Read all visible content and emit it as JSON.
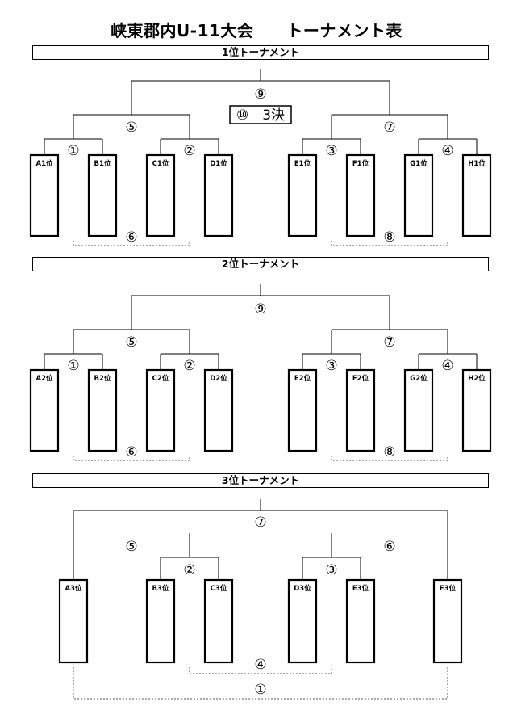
{
  "title": "峡東郡内U-11大会　　トーナメント表",
  "sections": [
    {
      "header": "1位トーナメント",
      "teams": [
        "A1位",
        "B1位",
        "C1位",
        "D1位",
        "E1位",
        "F1位",
        "G1位",
        "H1位"
      ],
      "matches": {
        "m1": "①",
        "m2": "②",
        "m3": "③",
        "m4": "④",
        "m5": "⑤",
        "m7": "⑦",
        "m9": "⑨",
        "m6": "⑥",
        "m8": "⑧"
      },
      "third_place_label": "⑩　3決"
    },
    {
      "header": "2位トーナメント",
      "teams": [
        "A2位",
        "B2位",
        "C2位",
        "D2位",
        "E2位",
        "F2位",
        "G2位",
        "H2位"
      ],
      "matches": {
        "m1": "①",
        "m2": "②",
        "m3": "③",
        "m4": "④",
        "m5": "⑤",
        "m7": "⑦",
        "m9": "⑨",
        "m6": "⑥",
        "m8": "⑧"
      }
    },
    {
      "header": "3位トーナメント",
      "teams": [
        "A3位",
        "B3位",
        "C3位",
        "D3位",
        "E3位",
        "F3位"
      ],
      "matches": {
        "m2": "②",
        "m3": "③",
        "m5": "⑤",
        "m6": "⑥",
        "m7": "⑦",
        "m4": "④",
        "m1": "①"
      }
    }
  ]
}
